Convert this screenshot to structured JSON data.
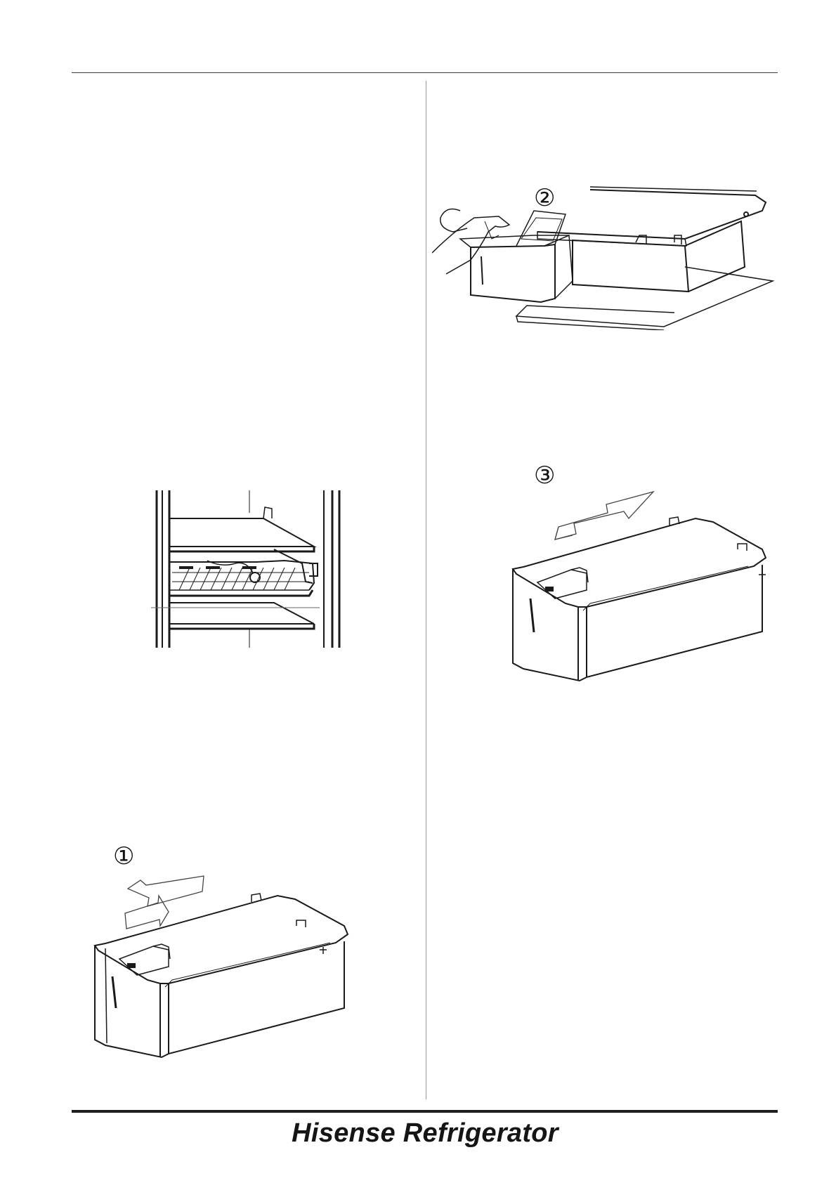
{
  "footer": {
    "brand": "Hisense Refrigerator"
  },
  "steps": [
    {
      "id": "step-1",
      "label": "①"
    },
    {
      "id": "step-2",
      "label": "②"
    },
    {
      "id": "step-3",
      "label": "③"
    }
  ],
  "colors": {
    "line": "#1a1a1a",
    "rule": "#3a3a3a",
    "divider": "#9a9a9a"
  }
}
